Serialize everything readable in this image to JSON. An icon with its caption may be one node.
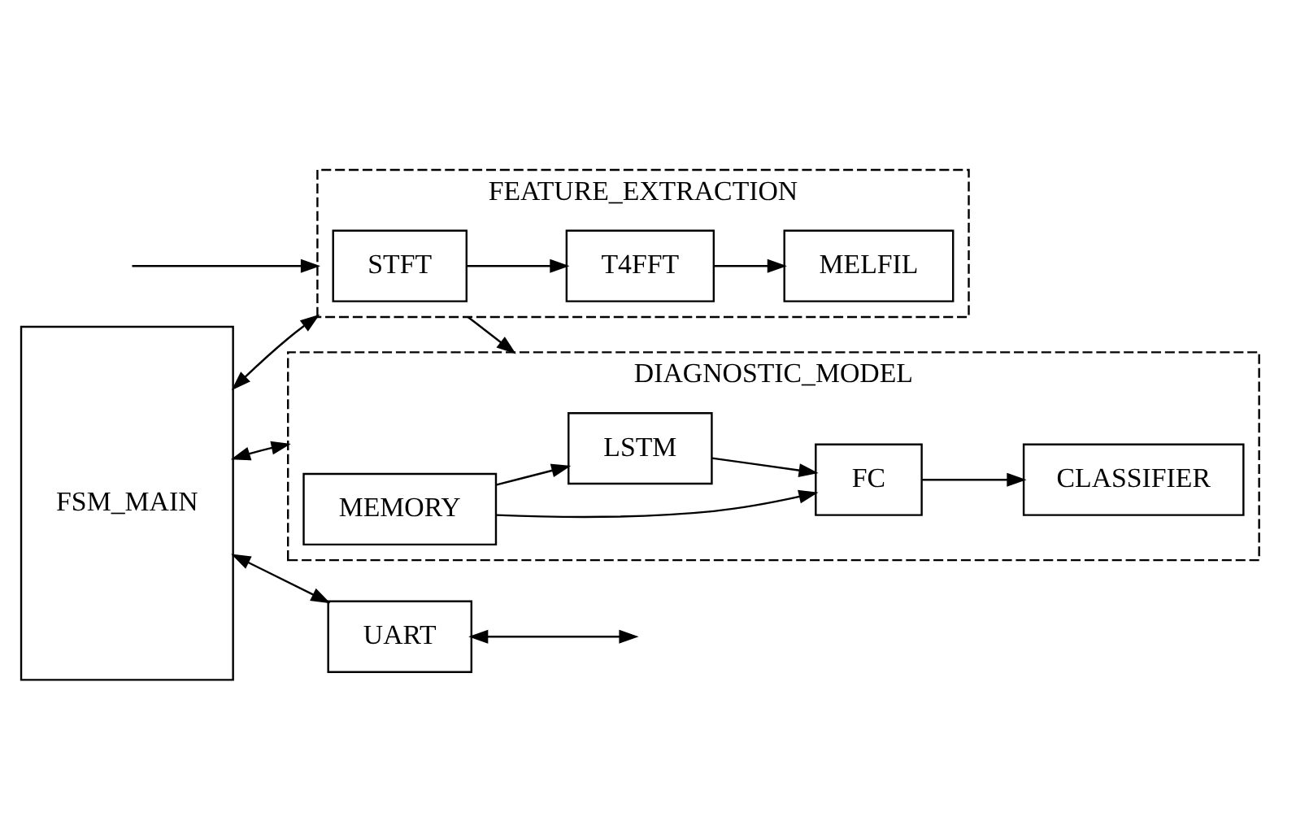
{
  "diagram": {
    "nodes": [
      {
        "text": [
          "FSM_MAIN"
        ]
      },
      {
        "text": [
          "FEATURE_EXTRACTION"
        ]
      },
      {
        "text": [
          "STFT"
        ],
        "in": 1
      },
      {
        "text": [
          "T4FFT"
        ],
        "in": 1
      },
      {
        "text": [
          "MELFIL"
        ],
        "in": 1
      },
      {
        "text": [
          "DIAGNOSTIC_MODEL"
        ]
      },
      {
        "text": [
          "LSTM"
        ],
        "in": 5
      },
      {
        "text": [
          "FC"
        ],
        "in": 5
      },
      {
        "text": [
          "CLASSIFIER"
        ],
        "in": 5
      },
      {
        "text": [
          "MEMORY"
        ],
        "in": 5
      },
      {
        "text": [
          "UART"
        ]
      }
    ],
    "edges": [
      {
        "from": null,
        "to": 1,
        "arrow": "to"
      },
      {
        "from": 0,
        "to": 1,
        "arrow": "both"
      },
      {
        "from": 2,
        "to": 3,
        "arrow": "to"
      },
      {
        "from": 3,
        "to": 4,
        "arrow": "to"
      },
      {
        "from": 1,
        "to": 5,
        "arrow": "to"
      },
      {
        "from": 0,
        "to": 5,
        "arrow": "both"
      },
      {
        "from": 6,
        "to": 7,
        "arrow": "to"
      },
      {
        "from": 7,
        "to": 8,
        "arrow": "to"
      },
      {
        "from": 9,
        "to": 6,
        "arrow": "to"
      },
      {
        "from": 9,
        "to": 7,
        "arrow": "to"
      },
      {
        "from": 0,
        "to": 10,
        "arrow": "both"
      },
      {
        "from": 10,
        "to": null,
        "arrow": "both"
      }
    ]
  }
}
